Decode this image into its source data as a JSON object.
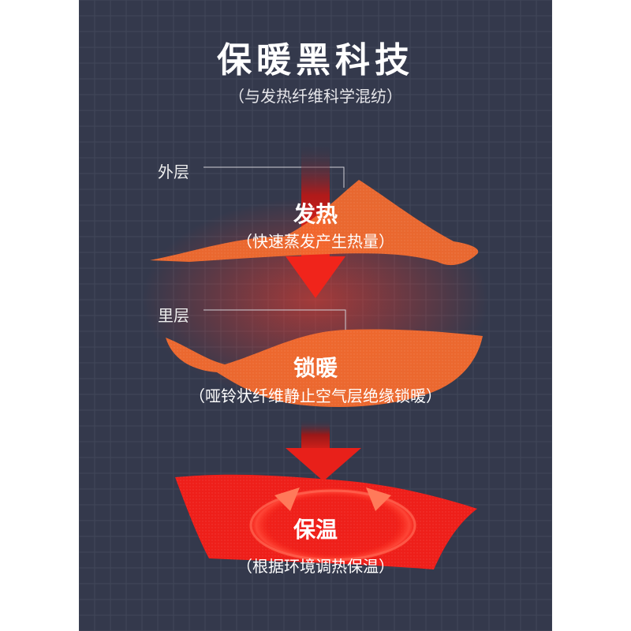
{
  "title": "保暖黑科技",
  "subtitle": "（与发热纤维科学混纺）",
  "labels": {
    "outer": "外层",
    "inner": "里层"
  },
  "layers": [
    {
      "title": "发热",
      "desc": "（快速蒸发产生热量）"
    },
    {
      "title": "锁暖",
      "desc": "（哑铃状纤维静止空气层绝缘锁暖）"
    },
    {
      "title": "保温",
      "desc": "（根据环境调热保温）"
    }
  ],
  "colors": {
    "background": "#34394c",
    "grid": "#42475a",
    "layer_orange": "#f26a2e",
    "heat_red": "#ee1f1a",
    "arrow_red": "#e8201a"
  },
  "icons": [
    "down-arrow-icon",
    "circular-arrow-icon"
  ]
}
